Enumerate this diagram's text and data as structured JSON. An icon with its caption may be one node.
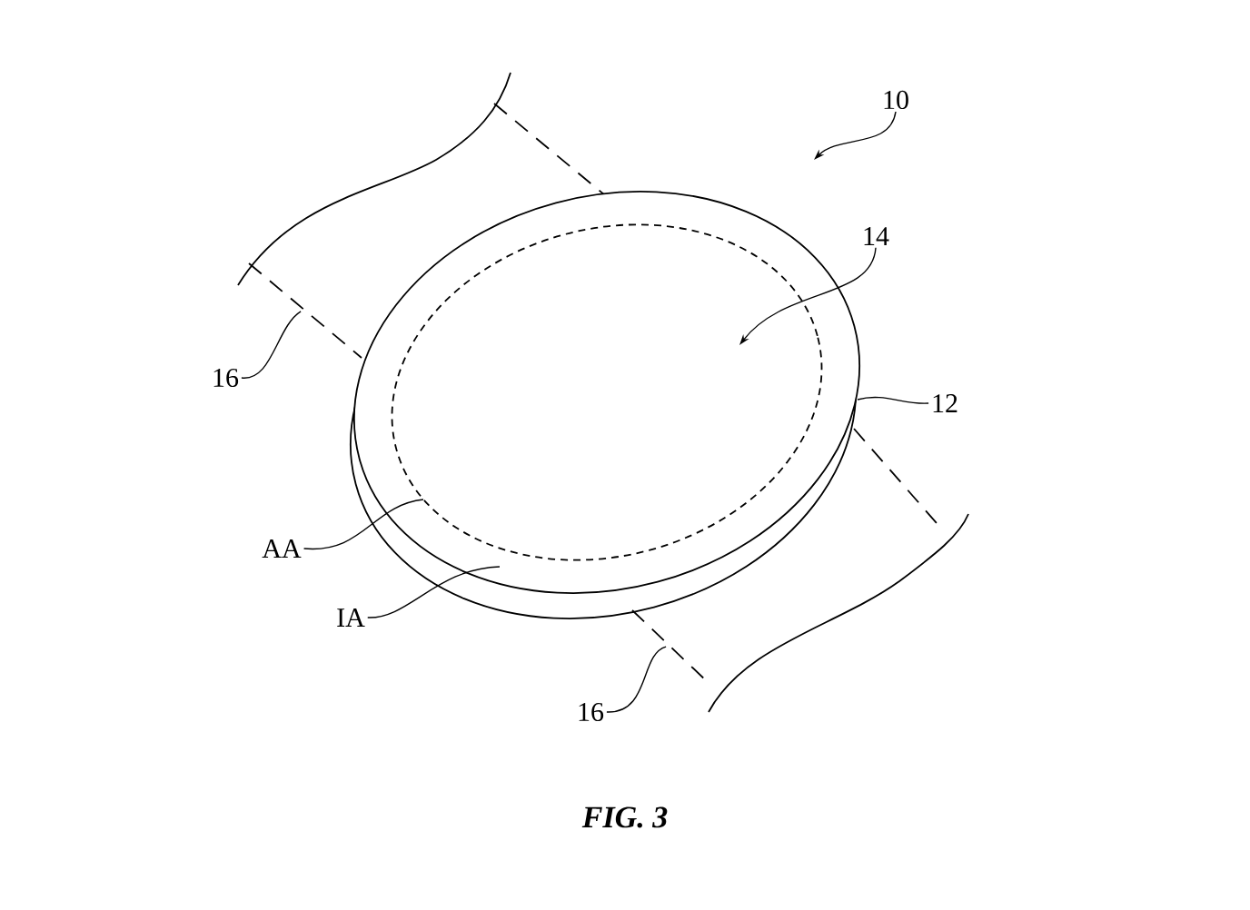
{
  "diagram": {
    "caption": "FIG. 3",
    "nodes": [
      {
        "text": [
          "10"
        ]
      },
      {
        "text": [
          "14"
        ]
      },
      {
        "text": [
          "16"
        ]
      },
      {
        "text": [
          "12"
        ]
      },
      {
        "text": [
          "AA"
        ]
      },
      {
        "text": [
          "IA"
        ]
      },
      {
        "text": [
          "16"
        ]
      },
      {
        "text": [],
        "shape": "picture"
      },
      {
        "text": [],
        "shape": "picture"
      },
      {
        "text": [],
        "shape": "cylinder"
      },
      {
        "text": [],
        "shape": "circle",
        "in": 9
      }
    ],
    "edges": [
      {
        "from": 0,
        "to": null,
        "arrow": "to"
      },
      {
        "from": 1,
        "to": 10,
        "arrow": "to"
      },
      {
        "from": 2,
        "to": 7,
        "arrow": "none"
      },
      {
        "from": 3,
        "to": 9,
        "arrow": "none"
      },
      {
        "from": 4,
        "to": 10,
        "arrow": "none"
      },
      {
        "from": 5,
        "to": 9,
        "arrow": "none"
      },
      {
        "from": 6,
        "to": 8,
        "arrow": "none"
      }
    ]
  }
}
